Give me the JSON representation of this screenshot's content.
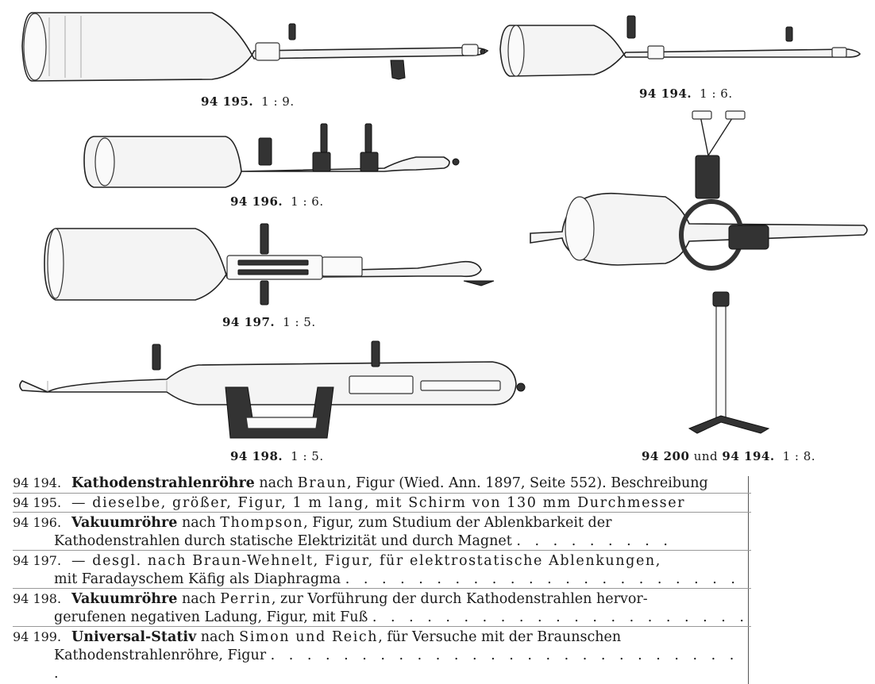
{
  "figures": [
    {
      "id": "fig-94195",
      "number": "94 195.",
      "scale": "1 : 9."
    },
    {
      "id": "fig-94194",
      "number": "94 194.",
      "scale": "1 : 6."
    },
    {
      "id": "fig-94196",
      "number": "94 196.",
      "scale": "1 : 6."
    },
    {
      "id": "fig-94197",
      "number": "94 197.",
      "scale": "1 : 5."
    },
    {
      "id": "fig-94198",
      "number": "94 198.",
      "scale": "1 : 5."
    },
    {
      "id": "fig-94200",
      "number": "94 200",
      "joiner": "und",
      "number2": "94 194.",
      "scale": "1 : 8."
    }
  ],
  "entries": [
    {
      "num": "94 194.",
      "bold": "Kathodenstrahlenröhre",
      "mid": " nach ",
      "spaced": "Braun",
      "rest": ", Figur (Wied. Ann. 1897, Seite 552). Beschreibung",
      "cont": ""
    },
    {
      "num": "94 195.",
      "bold": "",
      "mid": "",
      "spaced": "— dieselbe, größer, Figur, 1 m lang, mit Schirm von 130 mm Durchmesser",
      "rest": "",
      "cont": ""
    },
    {
      "num": "94 196.",
      "bold": "Vakuumröhre",
      "mid": " nach ",
      "spaced": "Thompson",
      "rest": ", Figur, zum Studium der Ablenkbarkeit der",
      "cont": "Kathodenstrahlen durch statische Elektrizität und durch Magnet",
      "dots": ". . . . . . . . ."
    },
    {
      "num": "94 197.",
      "bold": "",
      "mid": "",
      "spaced": "— desgl.",
      "rest": " nach Braun-Wehnelt, Figur, für elektrostatische Ablenkungen,",
      "cont": "mit Faradayschem Käfig als Diaphragma",
      "dots": ". . . . . . . . . . . . . . . . . . . . . ."
    },
    {
      "num": "94 198.",
      "bold": "Vakuumröhre",
      "mid": " nach ",
      "spaced": "Perrin",
      "rest": ", zur Vorführung der durch Kathodenstrahlen hervor-",
      "cont": "gerufenen negativen Ladung, Figur, mit Fuß",
      "dots": ". . . . . . . . . . . . . . . . . . . . ."
    },
    {
      "num": "94 199.",
      "bold": "Universal-Stativ",
      "mid": " nach ",
      "spaced": "Simon und Reich",
      "rest": ", für Versuche mit der Braunschen",
      "cont": "Kathodenstrahlenröhre, Figur",
      "dots": ". . . . . . . . . . . . . . . . . . . . . . . . . . ."
    }
  ]
}
